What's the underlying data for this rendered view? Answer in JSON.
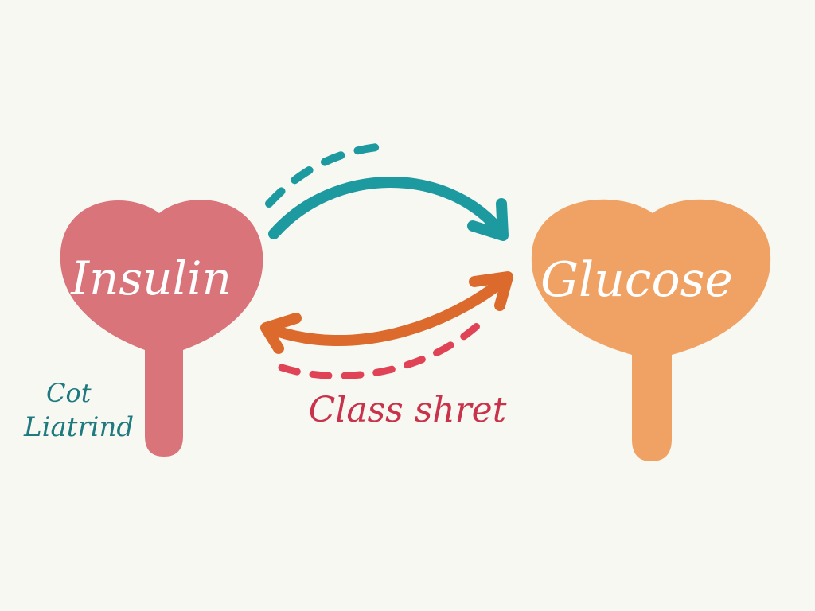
{
  "nodes": {
    "left": {
      "label": "Insulin",
      "color": "#d9747a",
      "text_color": "#ffffff"
    },
    "right": {
      "label": "Glucose",
      "color": "#f0a265",
      "text_color": "#ffffff"
    }
  },
  "annotations": {
    "side_note_line1": "Cot",
    "side_note_line2": "Liatrind",
    "side_note_color": "#1f7a80",
    "caption": "Class shret",
    "caption_color": "#c8324a"
  },
  "arrows": {
    "top_color": "#1d9aa0",
    "bottom_color": "#dc6a2c",
    "dash_bottom_color": "#e04355"
  },
  "background": "#f8f8f3"
}
